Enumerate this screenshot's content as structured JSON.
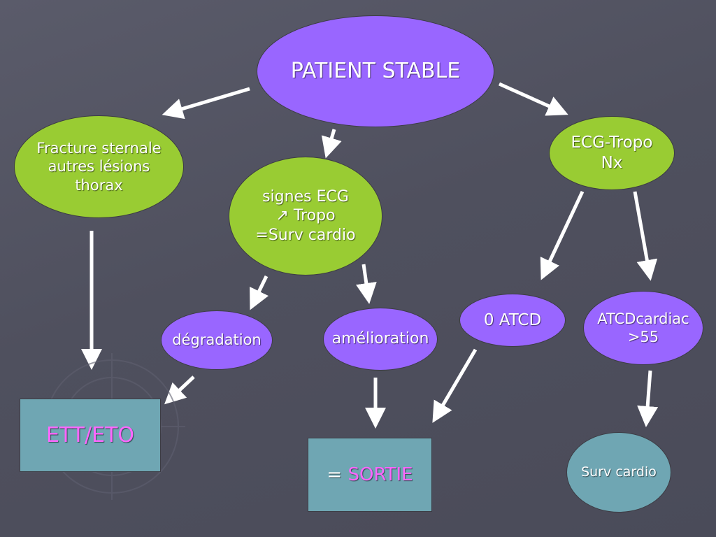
{
  "nodes": {
    "patient_stable": "PATIENT STABLE",
    "fracture": "Fracture sternale\nautres lésions\nthorax",
    "signes_ecg": "signes ECG\n↗ Tropo\n=Surv cardio",
    "ecg_tropo": "ECG-Tropo\nNx",
    "degradation": "dégradation",
    "amelioration": "amélioration",
    "zero_atcd": "0 ATCD",
    "atcd_cardiac": "ATCDcardiac\n>55",
    "ett_eto": "ETT/ETO",
    "sortie_prefix": "= ",
    "sortie_word": "SORTIE",
    "surv_cardio": "Surv cardio"
  },
  "colors": {
    "background": "#515261",
    "purple": "#9966ff",
    "green": "#99cc33",
    "teal": "#6fa6b3",
    "highlight_pink": "#ff66ff",
    "arrow": "#ffffff"
  }
}
